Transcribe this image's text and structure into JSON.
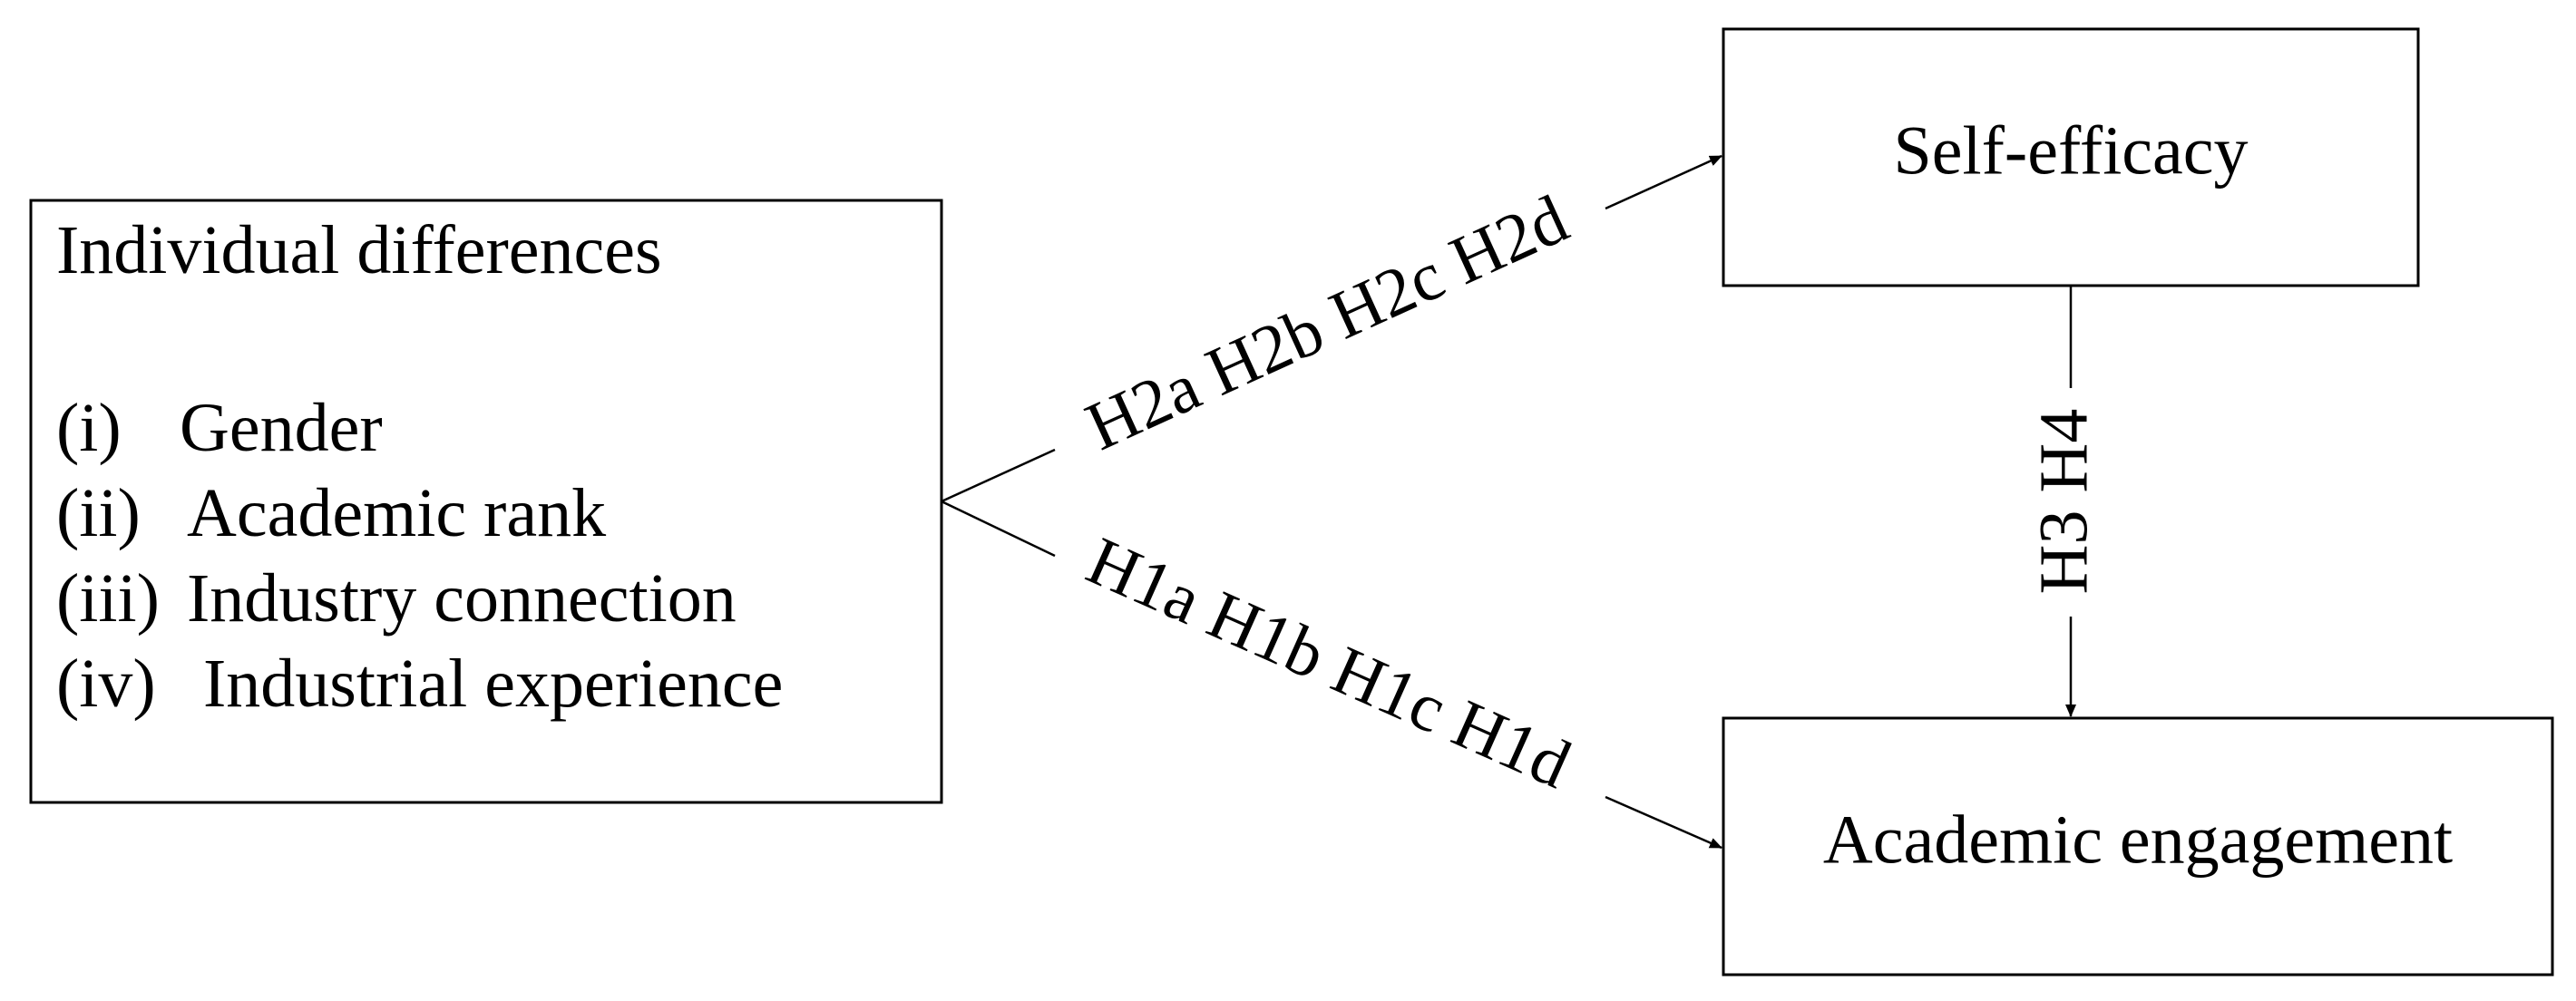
{
  "diagram": {
    "left_box": {
      "title": "Individual differences",
      "items": [
        {
          "marker": "(i)",
          "text": "Gender"
        },
        {
          "marker": "(ii)",
          "text": "Academic rank"
        },
        {
          "marker": "(iii)",
          "text": "Industry connection"
        },
        {
          "marker": "(iv)",
          "text": "Industrial experience"
        }
      ]
    },
    "self_efficacy_box": {
      "label": "Self-efficacy"
    },
    "engagement_box": {
      "label": "Academic engagement"
    },
    "edges": {
      "to_self_efficacy": "H2a H2b H2c H2d",
      "to_engagement": "H1a H1b H1c H1d",
      "self_to_engagement": "H3 H4"
    }
  }
}
